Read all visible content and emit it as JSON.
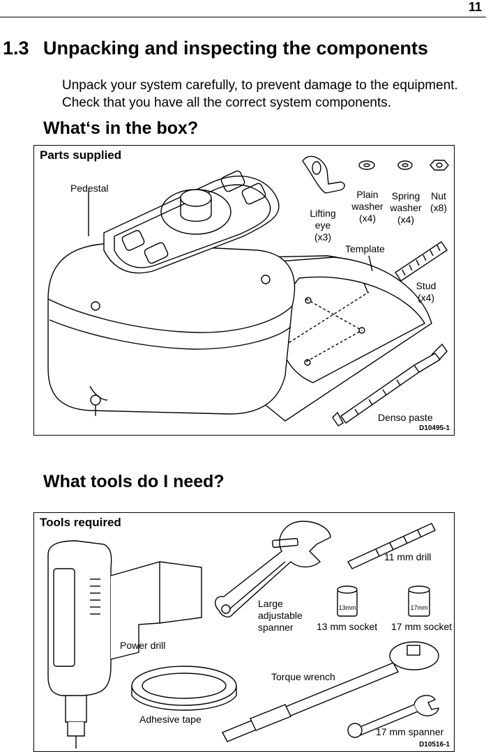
{
  "page": {
    "number": "11"
  },
  "section": {
    "number": "1.3",
    "title": "Unpacking and inspecting the components",
    "intro_line1": "Unpack your system carefully, to prevent damage to the equipment.",
    "intro_line2": "Check that you have all the correct system components."
  },
  "box_section": {
    "heading": "What‘s in the box?",
    "figure": {
      "title": "Parts supplied",
      "code": "D10495-1",
      "labels": {
        "pedestal": "Pedestal",
        "lifting_eye": [
          "Lifting",
          "eye",
          "(x3)"
        ],
        "plain_washer": [
          "Plain",
          "washer",
          "(x4)"
        ],
        "spring_washer": [
          "Spring",
          "washer",
          "(x4)"
        ],
        "nut": [
          "Nut",
          "(x8)"
        ],
        "template": "Template",
        "stud": [
          "Stud",
          "(x4)"
        ],
        "denso_paste": "Denso paste"
      }
    }
  },
  "tools_section": {
    "heading": "What tools do I need?",
    "figure": {
      "title": "Tools required",
      "code": "D10516-1",
      "labels": {
        "drill_11mm": "11 mm drill",
        "large_spanner": [
          "Large",
          "adjustable",
          "spanner"
        ],
        "socket_13mm": "13 mm socket",
        "socket_17mm": "17 mm socket",
        "power_drill": "Power drill",
        "torque_wrench": "Torque wrench",
        "adhesive_tape": "Adhesive tape",
        "spanner_17mm": "17 mm spanner",
        "socket_13_mark": "13mm",
        "socket_17_mark": "17mm"
      }
    }
  }
}
